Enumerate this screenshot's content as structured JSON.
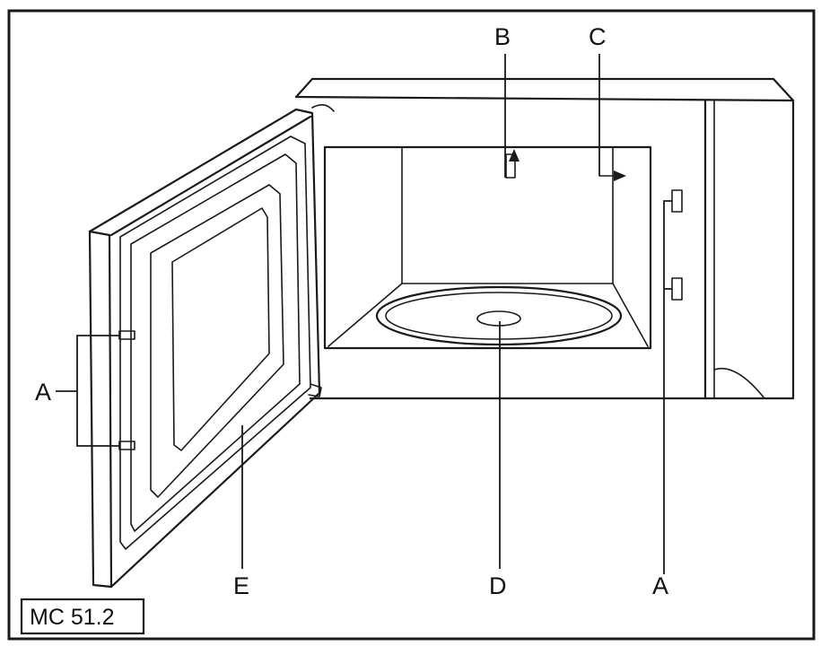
{
  "badge": {
    "text": "MC 51.2"
  },
  "labels": {
    "a_left": "A",
    "a_right": "A",
    "b": "B",
    "c": "C",
    "d": "D",
    "e": "E"
  }
}
